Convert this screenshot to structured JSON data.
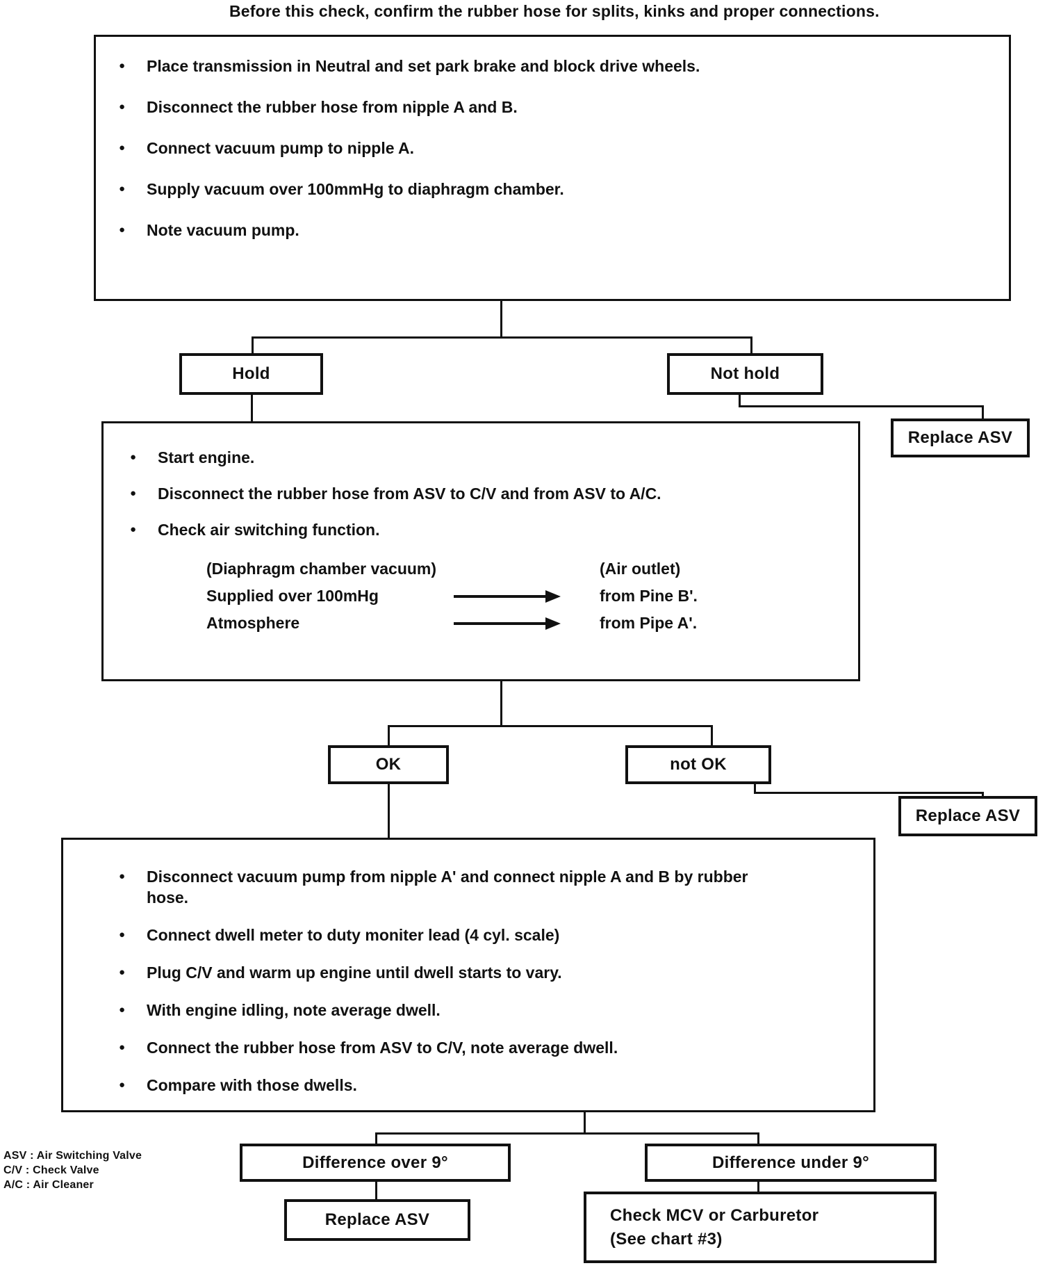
{
  "icons": {
    "bullet": "●",
    "arrow": "arrow-right"
  },
  "title": "Before this check, confirm the rubber hose for splits, kinks and proper connections.",
  "step1": {
    "items": [
      "Place transmission in Neutral and set park brake and block drive wheels.",
      "Disconnect the rubber hose from nipple A and B.",
      "Connect vacuum pump to nipple A.",
      "Supply vacuum over 100mmHg to diaphragm chamber.",
      "Note vacuum pump."
    ]
  },
  "decision1": {
    "left": "Hold",
    "right": "Not hold"
  },
  "outcomes": {
    "replace_asv_1": "Replace ASV",
    "replace_asv_2": "Replace ASV",
    "replace_asv_3": "Replace ASV",
    "check_mcv_line1": "Check MCV or Carburetor",
    "check_mcv_line2": "(See chart #3)"
  },
  "step2": {
    "items": [
      "Start engine.",
      "Disconnect the rubber hose from ASV to C/V and from ASV to A/C.",
      "Check air switching function."
    ],
    "table": {
      "col1_header": "(Diaphragm chamber vacuum)",
      "col2_header": "(Air outlet)",
      "rows": [
        {
          "condition": "Supplied over 100mHg",
          "result": "from Pine B'."
        },
        {
          "condition": "Atmosphere",
          "result": "from Pipe A'."
        }
      ]
    }
  },
  "decision2": {
    "left": "OK",
    "right": "not OK"
  },
  "step3": {
    "items": [
      "Disconnect vacuum pump from nipple A' and connect nipple A and B by rubber hose.",
      "Connect dwell meter to duty moniter lead (4 cyl. scale)",
      "Plug C/V and warm up engine until dwell starts to vary.",
      "With engine idling, note average dwell.",
      "Connect the rubber hose from ASV to C/V, note average dwell.",
      "Compare with those dwells."
    ]
  },
  "decision3": {
    "left": "Difference over 9°",
    "right": "Difference under 9°"
  },
  "legend": {
    "items": [
      "ASV : Air Switching Valve",
      "C/V  : Check Valve",
      "A/C  : Air Cleaner"
    ]
  }
}
